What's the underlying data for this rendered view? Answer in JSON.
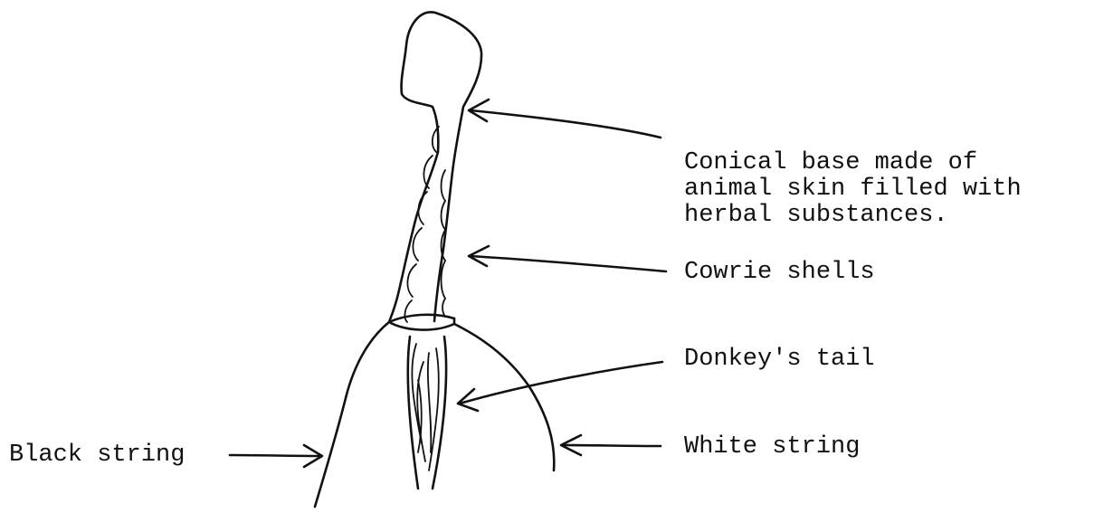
{
  "labels": {
    "conical_base": "Conical base made of\nanimal skin filled with\nherbal substances.",
    "cowrie_shells": "Cowrie shells",
    "donkeys_tail": "Donkey's tail",
    "white_string": "White string",
    "black_string": "Black string"
  },
  "colors": {
    "ink": "#111111",
    "background": "#ffffff"
  }
}
